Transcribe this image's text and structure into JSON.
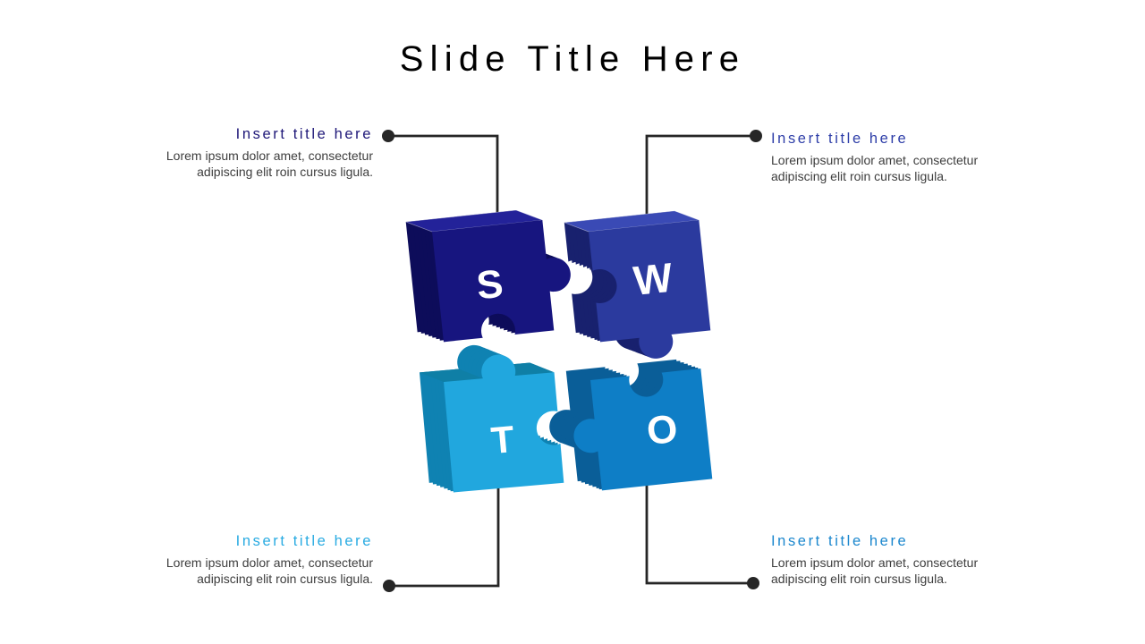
{
  "slide_title": "Slide Title Here",
  "blocks": {
    "top_left": {
      "title": "Insert title here",
      "body": "Lorem ipsum dolor amet, consectetur adipiscing elit roin cursus ligula.",
      "accent_color": "#1E1778"
    },
    "top_right": {
      "title": "Insert title here",
      "body": "Lorem ipsum dolor amet, consectetur adipiscing elit roin cursus ligula.",
      "accent_color": "#2E3EA8"
    },
    "bottom_left": {
      "title": "Insert title here",
      "body": "Lorem ipsum dolor amet, consectetur adipiscing elit roin cursus ligula.",
      "accent_color": "#29ABE2"
    },
    "bottom_right": {
      "title": "Insert title here",
      "body": "Lorem ipsum dolor amet, consectetur adipiscing elit roin cursus ligula.",
      "accent_color": "#1B87CE"
    }
  },
  "puzzle": {
    "pieces": [
      {
        "id": "s",
        "letter": "S",
        "color": "#17157F",
        "side_color": "#0D0C5A",
        "top_color": "#232299"
      },
      {
        "id": "w",
        "letter": "W",
        "color": "#2B3A9E",
        "side_color": "#18216E",
        "top_color": "#3A4AB5"
      },
      {
        "id": "t",
        "letter": "T",
        "color": "#21A7DE",
        "side_color": "#0F82B2",
        "top_color": "#0F7FA6"
      },
      {
        "id": "o",
        "letter": "O",
        "color": "#0E7EC6",
        "side_color": "#0A5E98",
        "top_color": "#0A5E98"
      }
    ]
  },
  "connector_color": "#262626"
}
